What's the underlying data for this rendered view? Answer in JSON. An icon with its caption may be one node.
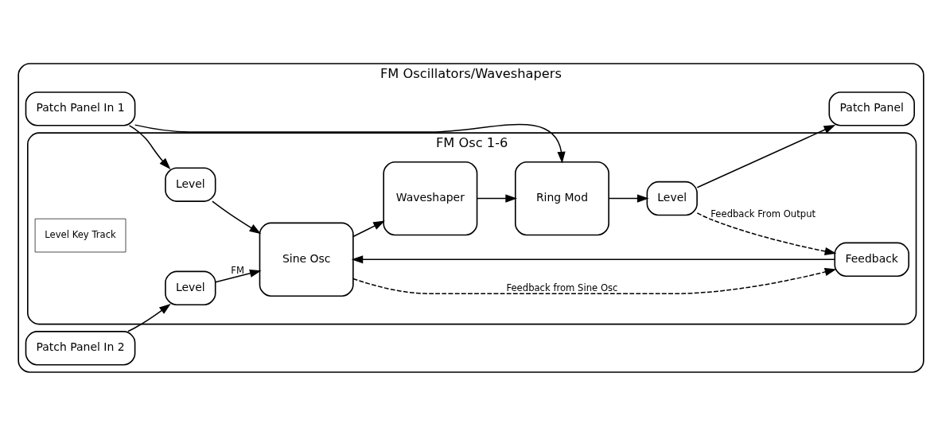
{
  "diagram": {
    "nodes": [
      {
        "text": [
          "FM Oscillators/Waveshapers"
        ]
      },
      {
        "text": [
          "FM Osc 1-6"
        ],
        "in": 0
      },
      {
        "text": [
          "Patch Panel In 1"
        ],
        "in": 0
      },
      {
        "text": [
          "Patch Panel In 2"
        ],
        "in": 0
      },
      {
        "text": [
          "Level"
        ],
        "in": 1
      },
      {
        "text": [
          "Level"
        ],
        "in": 1
      },
      {
        "text": [
          "Sine Osc"
        ],
        "in": 1
      },
      {
        "text": [
          "Waveshaper"
        ],
        "in": 1
      },
      {
        "text": [
          "Ring Mod"
        ],
        "in": 1
      },
      {
        "text": [
          "Level"
        ],
        "in": 1
      },
      {
        "text": [
          "Feedback"
        ],
        "in": 1
      },
      {
        "text": [
          "Level Key Track"
        ],
        "in": 1
      },
      {
        "text": [
          "Patch Panel"
        ],
        "in": 0
      }
    ],
    "edges": [
      {
        "from": 2,
        "to": 4,
        "arrow": "to"
      },
      {
        "from": 2,
        "to": 8,
        "arrow": "to"
      },
      {
        "from": 3,
        "to": 5,
        "arrow": "to"
      },
      {
        "from": 4,
        "to": 6,
        "arrow": "to"
      },
      {
        "from": 5,
        "to": 6,
        "arrow": "to",
        "label": "FM"
      },
      {
        "from": 10,
        "to": 6,
        "arrow": "to"
      },
      {
        "from": 6,
        "to": 7,
        "arrow": "to"
      },
      {
        "from": 6,
        "to": 10,
        "arrow": "to",
        "style": "dashed",
        "label": "Feedback from Sine Osc"
      },
      {
        "from": 7,
        "to": 8,
        "arrow": "to"
      },
      {
        "from": 8,
        "to": 9,
        "arrow": "to"
      },
      {
        "from": 9,
        "to": 12,
        "arrow": "to"
      },
      {
        "from": 9,
        "to": 10,
        "arrow": "to",
        "style": "dashed",
        "label": "Feedback From Output"
      }
    ]
  }
}
